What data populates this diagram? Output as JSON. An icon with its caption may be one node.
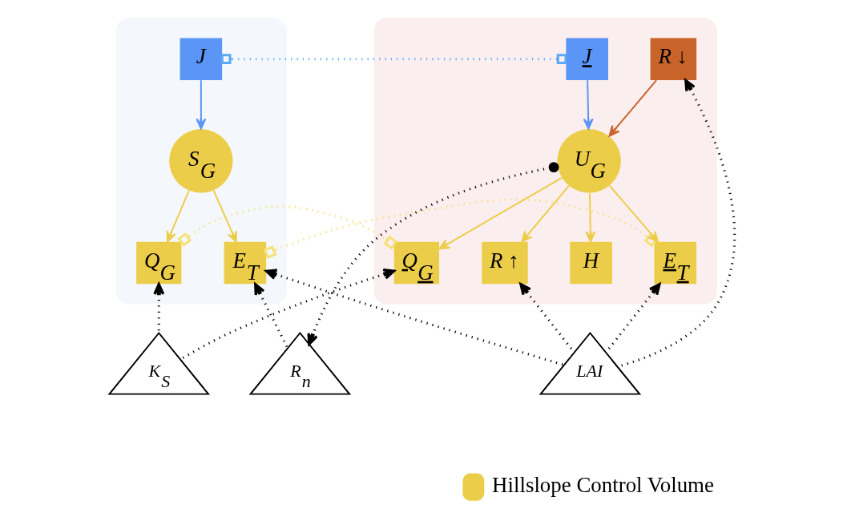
{
  "diagram": {
    "nodes": [
      {
        "text": [],
        "shape": "box"
      },
      {
        "text": [],
        "shape": "box"
      },
      {
        "text": [
          "J"
        ],
        "in": 0
      },
      {
        "text": [
          "S$_{G}$"
        ],
        "in": 0
      },
      {
        "text": [
          "E$_{T}$"
        ],
        "in": 0
      },
      {
        "text": [
          "Q$_{G}$"
        ],
        "in": 0
      },
      {
        "text": [
          "R$_{n}$"
        ]
      },
      {
        "text": [
          "J"
        ],
        "in": 1
      },
      {
        "text": [
          "R ↓"
        ],
        "in": 1
      },
      {
        "text": [
          "R ↑"
        ],
        "in": 1
      },
      {
        "text": [
          "E$_{T}$"
        ],
        "in": 1
      },
      {
        "text": [
          "U$_{G}$"
        ],
        "in": 1
      },
      {
        "text": [
          "H"
        ],
        "in": 1
      },
      {
        "text": [
          "Q$_{G}$"
        ],
        "in": 1
      },
      {
        "text": [
          "K$_{S}$"
        ]
      },
      {
        "text": [
          "LAI"
        ]
      }
    ],
    "edges": [
      {
        "from": 2,
        "to": 3,
        "arrow": "to",
        "color": "#5b95f5"
      },
      {
        "from": 2,
        "to": 7,
        "arrow": "other",
        "style": "dashed",
        "color": "#5ba8f5"
      },
      {
        "from": 3,
        "to": 4,
        "arrow": "to",
        "color": "#eccd4a"
      },
      {
        "from": 3,
        "to": 5,
        "arrow": "to",
        "color": "#eccd4a"
      },
      {
        "from": 4,
        "to": 10,
        "arrow": "other",
        "style": "dashed",
        "color": "#f5e07a"
      },
      {
        "from": 5,
        "to": 13,
        "arrow": "other",
        "style": "dashed",
        "color": "#f5e07a"
      },
      {
        "from": 7,
        "to": 11,
        "arrow": "to",
        "color": "#5b95f5"
      },
      {
        "from": 8,
        "to": 11,
        "arrow": "to",
        "color": "#c8632a"
      },
      {
        "from": 11,
        "to": 9,
        "arrow": "to",
        "color": "#eccd4a"
      },
      {
        "from": 11,
        "to": 10,
        "arrow": "to",
        "color": "#eccd4a"
      },
      {
        "from": 11,
        "to": 12,
        "arrow": "to",
        "color": "#eccd4a"
      },
      {
        "from": 11,
        "to": 13,
        "arrow": "to",
        "color": "#eccd4a"
      },
      {
        "from": 6,
        "to": 4,
        "arrow": "to",
        "style": "dashed",
        "color": "#000000"
      },
      {
        "from": 11,
        "to": 6,
        "arrow": "to",
        "style": "dashed",
        "color": "#000000"
      },
      {
        "from": 14,
        "to": 5,
        "arrow": "to",
        "style": "dashed",
        "color": "#000000"
      },
      {
        "from": 14,
        "to": 13,
        "arrow": "to",
        "style": "dashed",
        "color": "#000000"
      },
      {
        "from": 15,
        "to": 4,
        "arrow": "to",
        "style": "dashed",
        "color": "#000000"
      },
      {
        "from": 15,
        "to": 10,
        "arrow": "to",
        "style": "dashed",
        "color": "#000000"
      },
      {
        "from": 15,
        "to": 8,
        "arrow": "to",
        "style": "dashed",
        "color": "#000000"
      },
      {
        "from": 15,
        "to": 9,
        "arrow": "to",
        "style": "dashed",
        "color": "#000000"
      }
    ],
    "legend": [
      {
        "text": "Hillslope Control Volume",
        "color": "#eccd4a"
      }
    ]
  }
}
